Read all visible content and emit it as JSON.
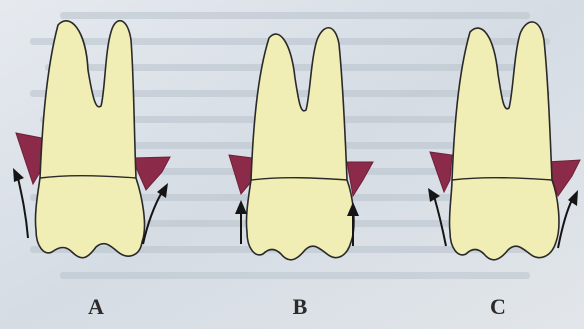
{
  "colors": {
    "page_background": "#dde3ea",
    "tooth_fill": "#f0eeb4",
    "tooth_outline": "#2a2a2a",
    "gingiva_fill": "#8c2a4a",
    "arrow": "#151515",
    "caption": "#2b2b2b"
  },
  "panels": [
    {
      "label": "A",
      "arrow_direction": "outward-diagonal"
    },
    {
      "label": "B",
      "arrow_direction": "vertical-up"
    },
    {
      "label": "C",
      "arrow_direction": "outward-diagonal"
    }
  ]
}
